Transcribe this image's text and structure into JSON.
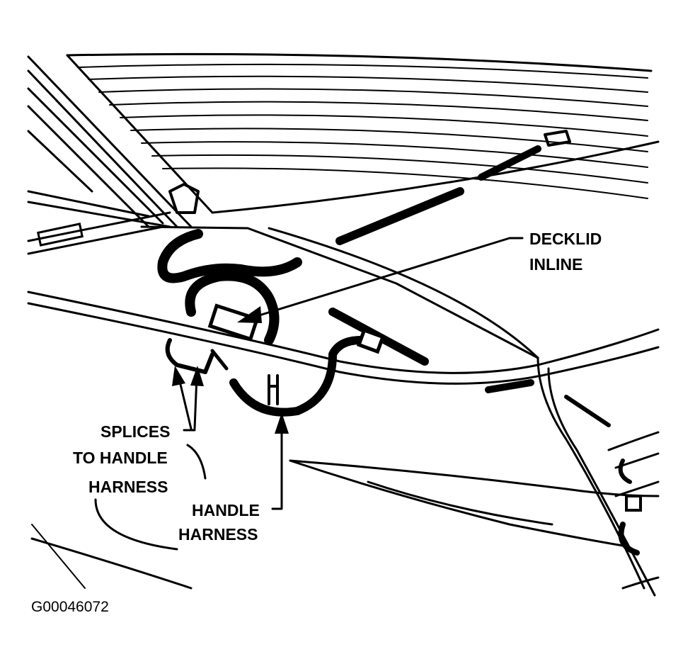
{
  "labels": {
    "decklid_inline": [
      "DECKLID",
      "INLINE"
    ],
    "splices_to_handle_harness": [
      "SPLICES",
      "TO HANDLE",
      "HARNESS"
    ],
    "handle_harness": [
      "HANDLE",
      "HARNESS"
    ]
  },
  "figure_id": "G00046072",
  "colors": {
    "ink": "#000000",
    "paper": "#ffffff"
  }
}
